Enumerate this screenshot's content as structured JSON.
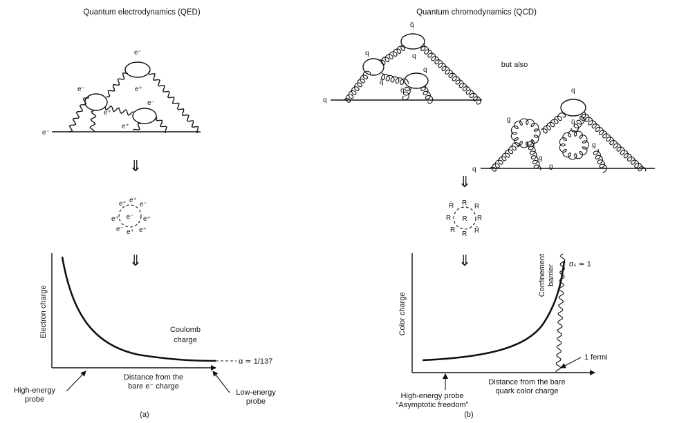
{
  "left": {
    "title": "Quantum electrodynamics (QED)",
    "labels": {
      "e_minus": "e⁻",
      "e_plus": "e⁺",
      "alpha": "α ≃ 1/137",
      "coulomb_1": "Coulomb",
      "coulomb_2": "charge",
      "ylabel": "Electron charge",
      "xlabel_1": "Distance from the",
      "xlabel_2": "bare e⁻ charge",
      "high_1": "High-energy",
      "high_2": "probe",
      "low_1": "Low-energy",
      "low_2": "probe",
      "caption": "(a)"
    }
  },
  "right": {
    "title": "Quantum chromodynamics (QCD)",
    "labels": {
      "q": "q",
      "qbar": "q̄",
      "g": "g",
      "R": "R",
      "Rbar": "R̄",
      "but_also": "but also",
      "confinement_1": "Confinement",
      "confinement_2": "barrier",
      "alpha_s": "αₛ ≃ 1",
      "fermi": "1 fermi",
      "ylabel": "Color charge",
      "xlabel_1": "Distance from the bare",
      "xlabel_2": "quark color charge",
      "high_1": "High-energy probe",
      "high_2": "“Asymptotic freedom”",
      "caption": "(b)"
    }
  },
  "arrow_glyph": "⇓"
}
